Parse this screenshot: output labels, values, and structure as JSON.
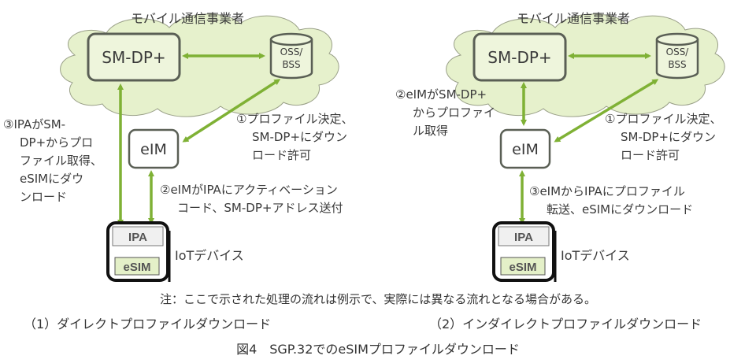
{
  "colors": {
    "cloud_fill": "#e6f1cc",
    "cloud_stroke": "#9aa088",
    "node_fill": "#eef5dc",
    "node_stroke": "#5a5f55",
    "arrow": "#7fb135",
    "device_stroke": "#111111",
    "ipa_fill": "#f0f0f0",
    "esim_fill": "#e4f0c8"
  },
  "panels": [
    {
      "id": "direct",
      "cloud_label": "モバイル通信事業者",
      "smdp_label": "SM-DP+",
      "oss_label_1": "OSS/",
      "oss_label_2": "BSS",
      "eim_label": "eIM",
      "ipa_label": "IPA",
      "esim_label": "eSIM",
      "device_label": "IoTデバイス",
      "step1_lines": [
        "①プロファイル決定、",
        "SM-DP+にダウン",
        "ロード許可"
      ],
      "step2_lines": [
        "②eIMがIPAにアクティベーション",
        "コード、SM-DP+アドレス送付"
      ],
      "step3_lines": [
        "③IPAがSM-",
        "DP+からプロ",
        "ファイル取得、",
        "eSIMにダウ",
        "ンロード"
      ],
      "caption": "（1）ダイレクトプロファイルダウンロード"
    },
    {
      "id": "indirect",
      "cloud_label": "モバイル通信事業者",
      "smdp_label": "SM-DP+",
      "oss_label_1": "OSS/",
      "oss_label_2": "BSS",
      "eim_label": "eIM",
      "ipa_label": "IPA",
      "esim_label": "eSIM",
      "device_label": "IoTデバイス",
      "step1_lines": [
        "①プロファイル決定、",
        "SM-DP+にダウン",
        "ロード許可"
      ],
      "step2_lines": [
        "②eIMがSM-DP+",
        "からプロファイ",
        "ル取得"
      ],
      "step3_lines": [
        "③eIMからIPAにプロファイル",
        "転送、eSIMにダウンロード"
      ],
      "caption": "（2）インダイレクトプロファイルダウンロード"
    }
  ],
  "note": "注：ここで示された処理の流れは例示で、実際には異なる流れとなる場合がある。",
  "figure_title": "図4　SGP.32でのeSIMプロファイルダウンロード"
}
